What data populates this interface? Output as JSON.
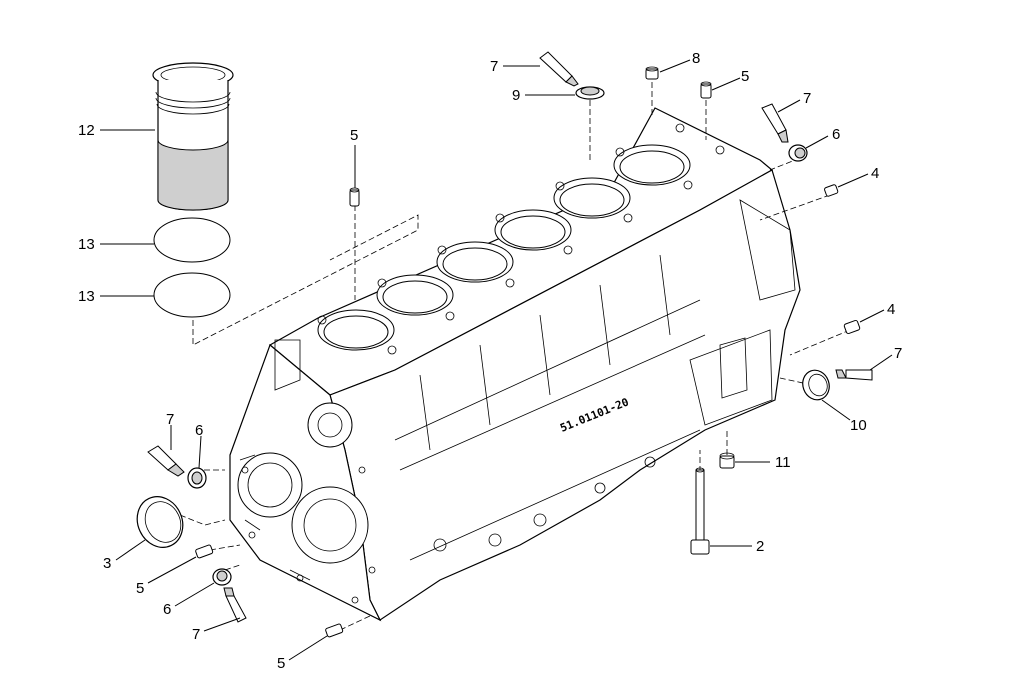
{
  "callouts": {
    "c12": "12",
    "c13a": "13",
    "c13b": "13",
    "c5_top_left": "5",
    "c7_top": "7",
    "c9": "9",
    "c8": "8",
    "c5_top_right": "5",
    "c7_right_top": "7",
    "c6_right_top": "6",
    "c4_top": "4",
    "c4_mid": "4",
    "c7_right_mid": "7",
    "c10": "10",
    "c11": "11",
    "c2": "2",
    "c7_left": "7",
    "c6_left": "6",
    "c3": "3",
    "c5_left": "5",
    "c6_bottom": "6",
    "c7_bottom": "7",
    "c5_bottom": "5"
  },
  "block_stamp": "51.01101-20"
}
